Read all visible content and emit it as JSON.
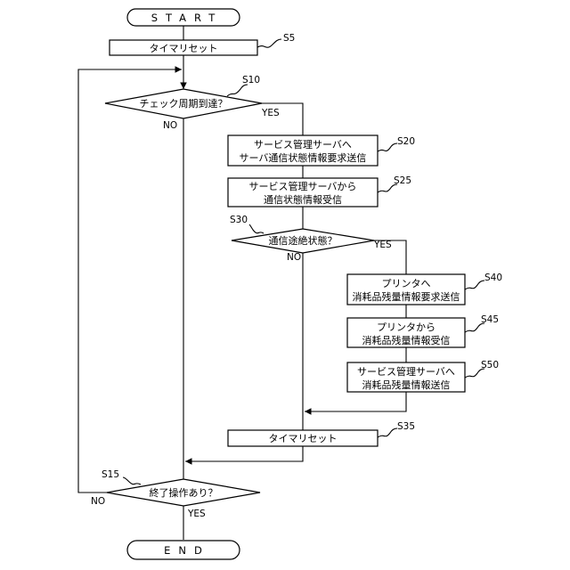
{
  "terminals": {
    "start": "START",
    "end": "END"
  },
  "steps": {
    "s5": {
      "id": "S5",
      "lines": [
        "タイマリセット"
      ]
    },
    "s10": {
      "id": "S10",
      "lines": [
        "チェック周期到達？"
      ]
    },
    "s15": {
      "id": "S15",
      "lines": [
        "終了操作あり？"
      ]
    },
    "s20": {
      "id": "S20",
      "lines": [
        "サービス管理サーバへ",
        "サーバ通信状態情報要求送信"
      ]
    },
    "s25": {
      "id": "S25",
      "lines": [
        "サービス管理サーバから",
        "通信状態情報受信"
      ]
    },
    "s30": {
      "id": "S30",
      "lines": [
        "通信途絶状態？"
      ]
    },
    "s35": {
      "id": "S35",
      "lines": [
        "タイマリセット"
      ]
    },
    "s40": {
      "id": "S40",
      "lines": [
        "プリンタへ",
        "消耗品残量情報要求送信"
      ]
    },
    "s45": {
      "id": "S45",
      "lines": [
        "プリンタから",
        "消耗品残量情報受信"
      ]
    },
    "s50": {
      "id": "S50",
      "lines": [
        "サービス管理サーバへ",
        "消耗品残量情報送信"
      ]
    }
  },
  "branch_labels": {
    "yes": "YES",
    "no": "NO"
  }
}
